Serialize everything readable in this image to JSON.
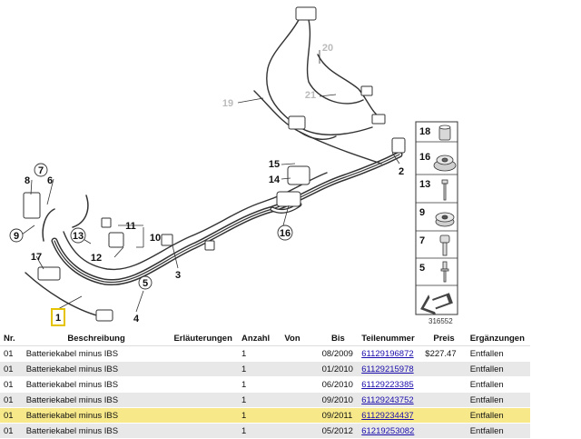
{
  "diagram": {
    "number": "316552",
    "callouts": {
      "c1": "1",
      "c2": "2",
      "c3": "3",
      "c4": "4",
      "c5": "5",
      "c6": "6",
      "c7": "7",
      "c8": "8",
      "c9": "9",
      "c10": "10",
      "c11": "11",
      "c12": "12",
      "c13": "13",
      "c14": "14",
      "c15": "15",
      "c16": "16",
      "c17": "17",
      "c19": "19",
      "c20": "20",
      "c21": "21"
    },
    "legend": {
      "l18": "18",
      "l16": "16",
      "l13": "13",
      "l9": "9",
      "l7": "7",
      "l5": "5"
    }
  },
  "table": {
    "headers": {
      "nr": "Nr.",
      "desc": "Beschreibung",
      "notes": "Erläuterungen",
      "qty": "Anzahl",
      "from": "Von",
      "to": "Bis",
      "part": "Teilenummer",
      "price": "Preis",
      "supp": "Ergänzungen"
    },
    "rows": [
      {
        "nr": "01",
        "desc": "Batteriekabel minus IBS",
        "notes": "",
        "qty": "1",
        "from": "",
        "to": "08/2009",
        "part": "61129196872",
        "price": "$227.47",
        "supp": "Entfallen"
      },
      {
        "nr": "01",
        "desc": "Batteriekabel minus IBS",
        "notes": "",
        "qty": "1",
        "from": "",
        "to": "01/2010",
        "part": "61129215978",
        "price": "",
        "supp": "Entfallen"
      },
      {
        "nr": "01",
        "desc": "Batteriekabel minus IBS",
        "notes": "",
        "qty": "1",
        "from": "",
        "to": "06/2010",
        "part": "61129223385",
        "price": "",
        "supp": "Entfallen"
      },
      {
        "nr": "01",
        "desc": "Batteriekabel minus IBS",
        "notes": "",
        "qty": "1",
        "from": "",
        "to": "09/2010",
        "part": "61129243752",
        "price": "",
        "supp": "Entfallen"
      },
      {
        "nr": "01",
        "desc": "Batteriekabel minus IBS",
        "notes": "",
        "qty": "1",
        "from": "",
        "to": "09/2011",
        "part": "61129234437",
        "price": "",
        "supp": "Entfallen",
        "selected": true
      },
      {
        "nr": "01",
        "desc": "Batteriekabel minus IBS",
        "notes": "",
        "qty": "1",
        "from": "",
        "to": "05/2012",
        "part": "61219253082",
        "price": "",
        "supp": "Entfallen"
      }
    ]
  }
}
